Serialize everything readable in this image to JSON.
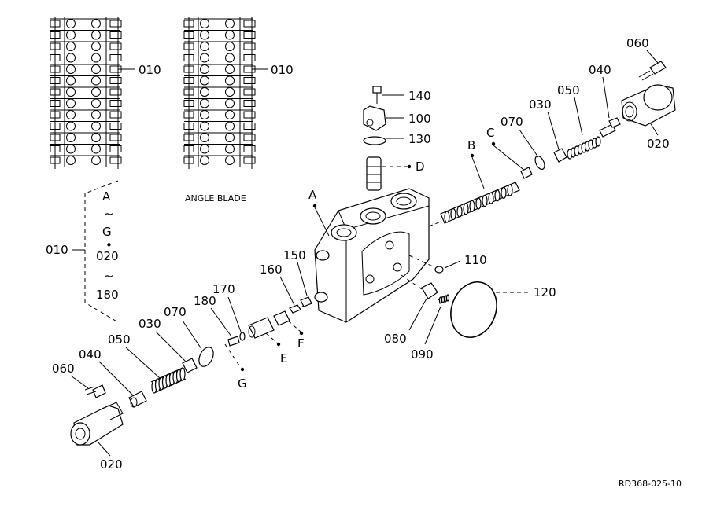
{
  "labels": {
    "p010_left": "010",
    "p010_mid": "010",
    "angle_blade": "ANGLE BLADE",
    "group_range": {
      "a": "A",
      "tilde1": "~",
      "g": "G",
      "bullet": "•",
      "n020": "020",
      "tilde2": "~",
      "n180": "180"
    },
    "p010_side": "010",
    "p060_top": "060",
    "p040_top": "040",
    "p050_top": "050",
    "p030_top": "030",
    "p070_top": "070",
    "p020_top": "020",
    "c_top": "C",
    "b_top": "B",
    "p140": "140",
    "p100": "100",
    "p130": "130",
    "d_label": "D",
    "a_label": "A",
    "p150": "150",
    "p160": "160",
    "p110": "110",
    "p120": "120",
    "p170": "170",
    "p180": "180",
    "p070_bot": "070",
    "p030_bot": "030",
    "p050_bot": "050",
    "p040_bot": "040",
    "p060_bot": "060",
    "p020_bot": "020",
    "e_label": "E",
    "f_label": "F",
    "g_label": "G",
    "p080": "080",
    "p090": "090",
    "ref_code": "RD368-025-10"
  }
}
